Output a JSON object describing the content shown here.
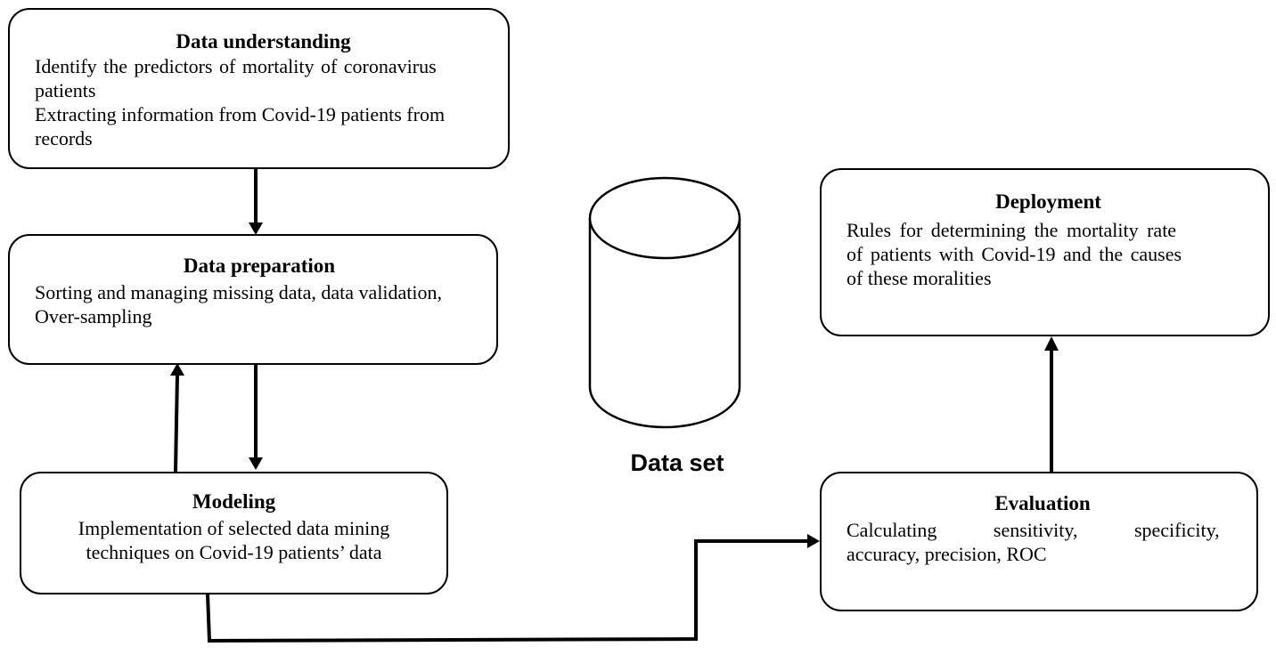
{
  "boxes": {
    "data_understanding": {
      "title": "Data understanding",
      "lines": [
        "Identify the predictors of mortality of coronavirus",
        "patients",
        "Extracting information from Covid-19 patients from",
        "records"
      ]
    },
    "data_preparation": {
      "title": "Data preparation",
      "lines": [
        "Sorting and managing missing data, data validation,",
        "Over-sampling"
      ]
    },
    "modeling": {
      "title": "Modeling",
      "lines": [
        "Implementation of selected data mining",
        "techniques on Covid-19 patients’ data"
      ]
    },
    "deployment": {
      "title": "Deployment",
      "lines": [
        "Rules for determining the mortality rate",
        "of patients with Covid-19 and the causes",
        "of these moralities"
      ]
    },
    "evaluation": {
      "title": "Evaluation",
      "lines": [
        "Calculating sensitivity, specificity,",
        "accuracy, precision, ROC"
      ]
    }
  },
  "dataset": {
    "label": "Data set"
  },
  "colors": {
    "stroke": "#000000",
    "fill": "#ffffff"
  }
}
